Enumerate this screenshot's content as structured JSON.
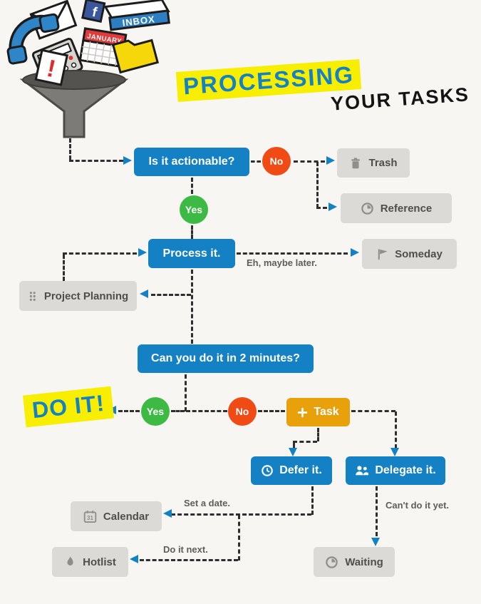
{
  "title": {
    "highlight": "PROCESSING",
    "rest": "YOUR TASKS"
  },
  "illustration": {
    "inbox_label": "INBOX",
    "calendar_label": "JANUARY",
    "alert_mark": "!",
    "facebook_f": "f"
  },
  "nodes": {
    "actionable": "Is it actionable?",
    "no_1": "No",
    "yes_1": "Yes",
    "trash": "Trash",
    "reference": "Reference",
    "someday": "Someday",
    "process": "Process it.",
    "project_planning": "Project Planning",
    "two_minutes": "Can you do it in 2 minutes?",
    "do_it": "DO IT!",
    "yes_2": "Yes",
    "no_2": "No",
    "task": "Task",
    "defer": "Defer it.",
    "delegate": "Delegate it.",
    "calendar": "Calendar",
    "calendar_day": "31",
    "hotlist": "Hotlist",
    "waiting": "Waiting"
  },
  "labels": {
    "maybe_later": "Eh, maybe later.",
    "set_a_date": "Set a date.",
    "do_it_next": "Do it next.",
    "cant_do_yet": "Can't do it yet."
  },
  "colors": {
    "blue": "#1581c5",
    "green": "#3cba44",
    "red_orange": "#f04a15",
    "amber": "#e8a00b",
    "highlight_yellow": "#f8ee00",
    "gray_box": "#dcdad6",
    "line": "#2e2e2e",
    "background": "#f7f6f2"
  }
}
